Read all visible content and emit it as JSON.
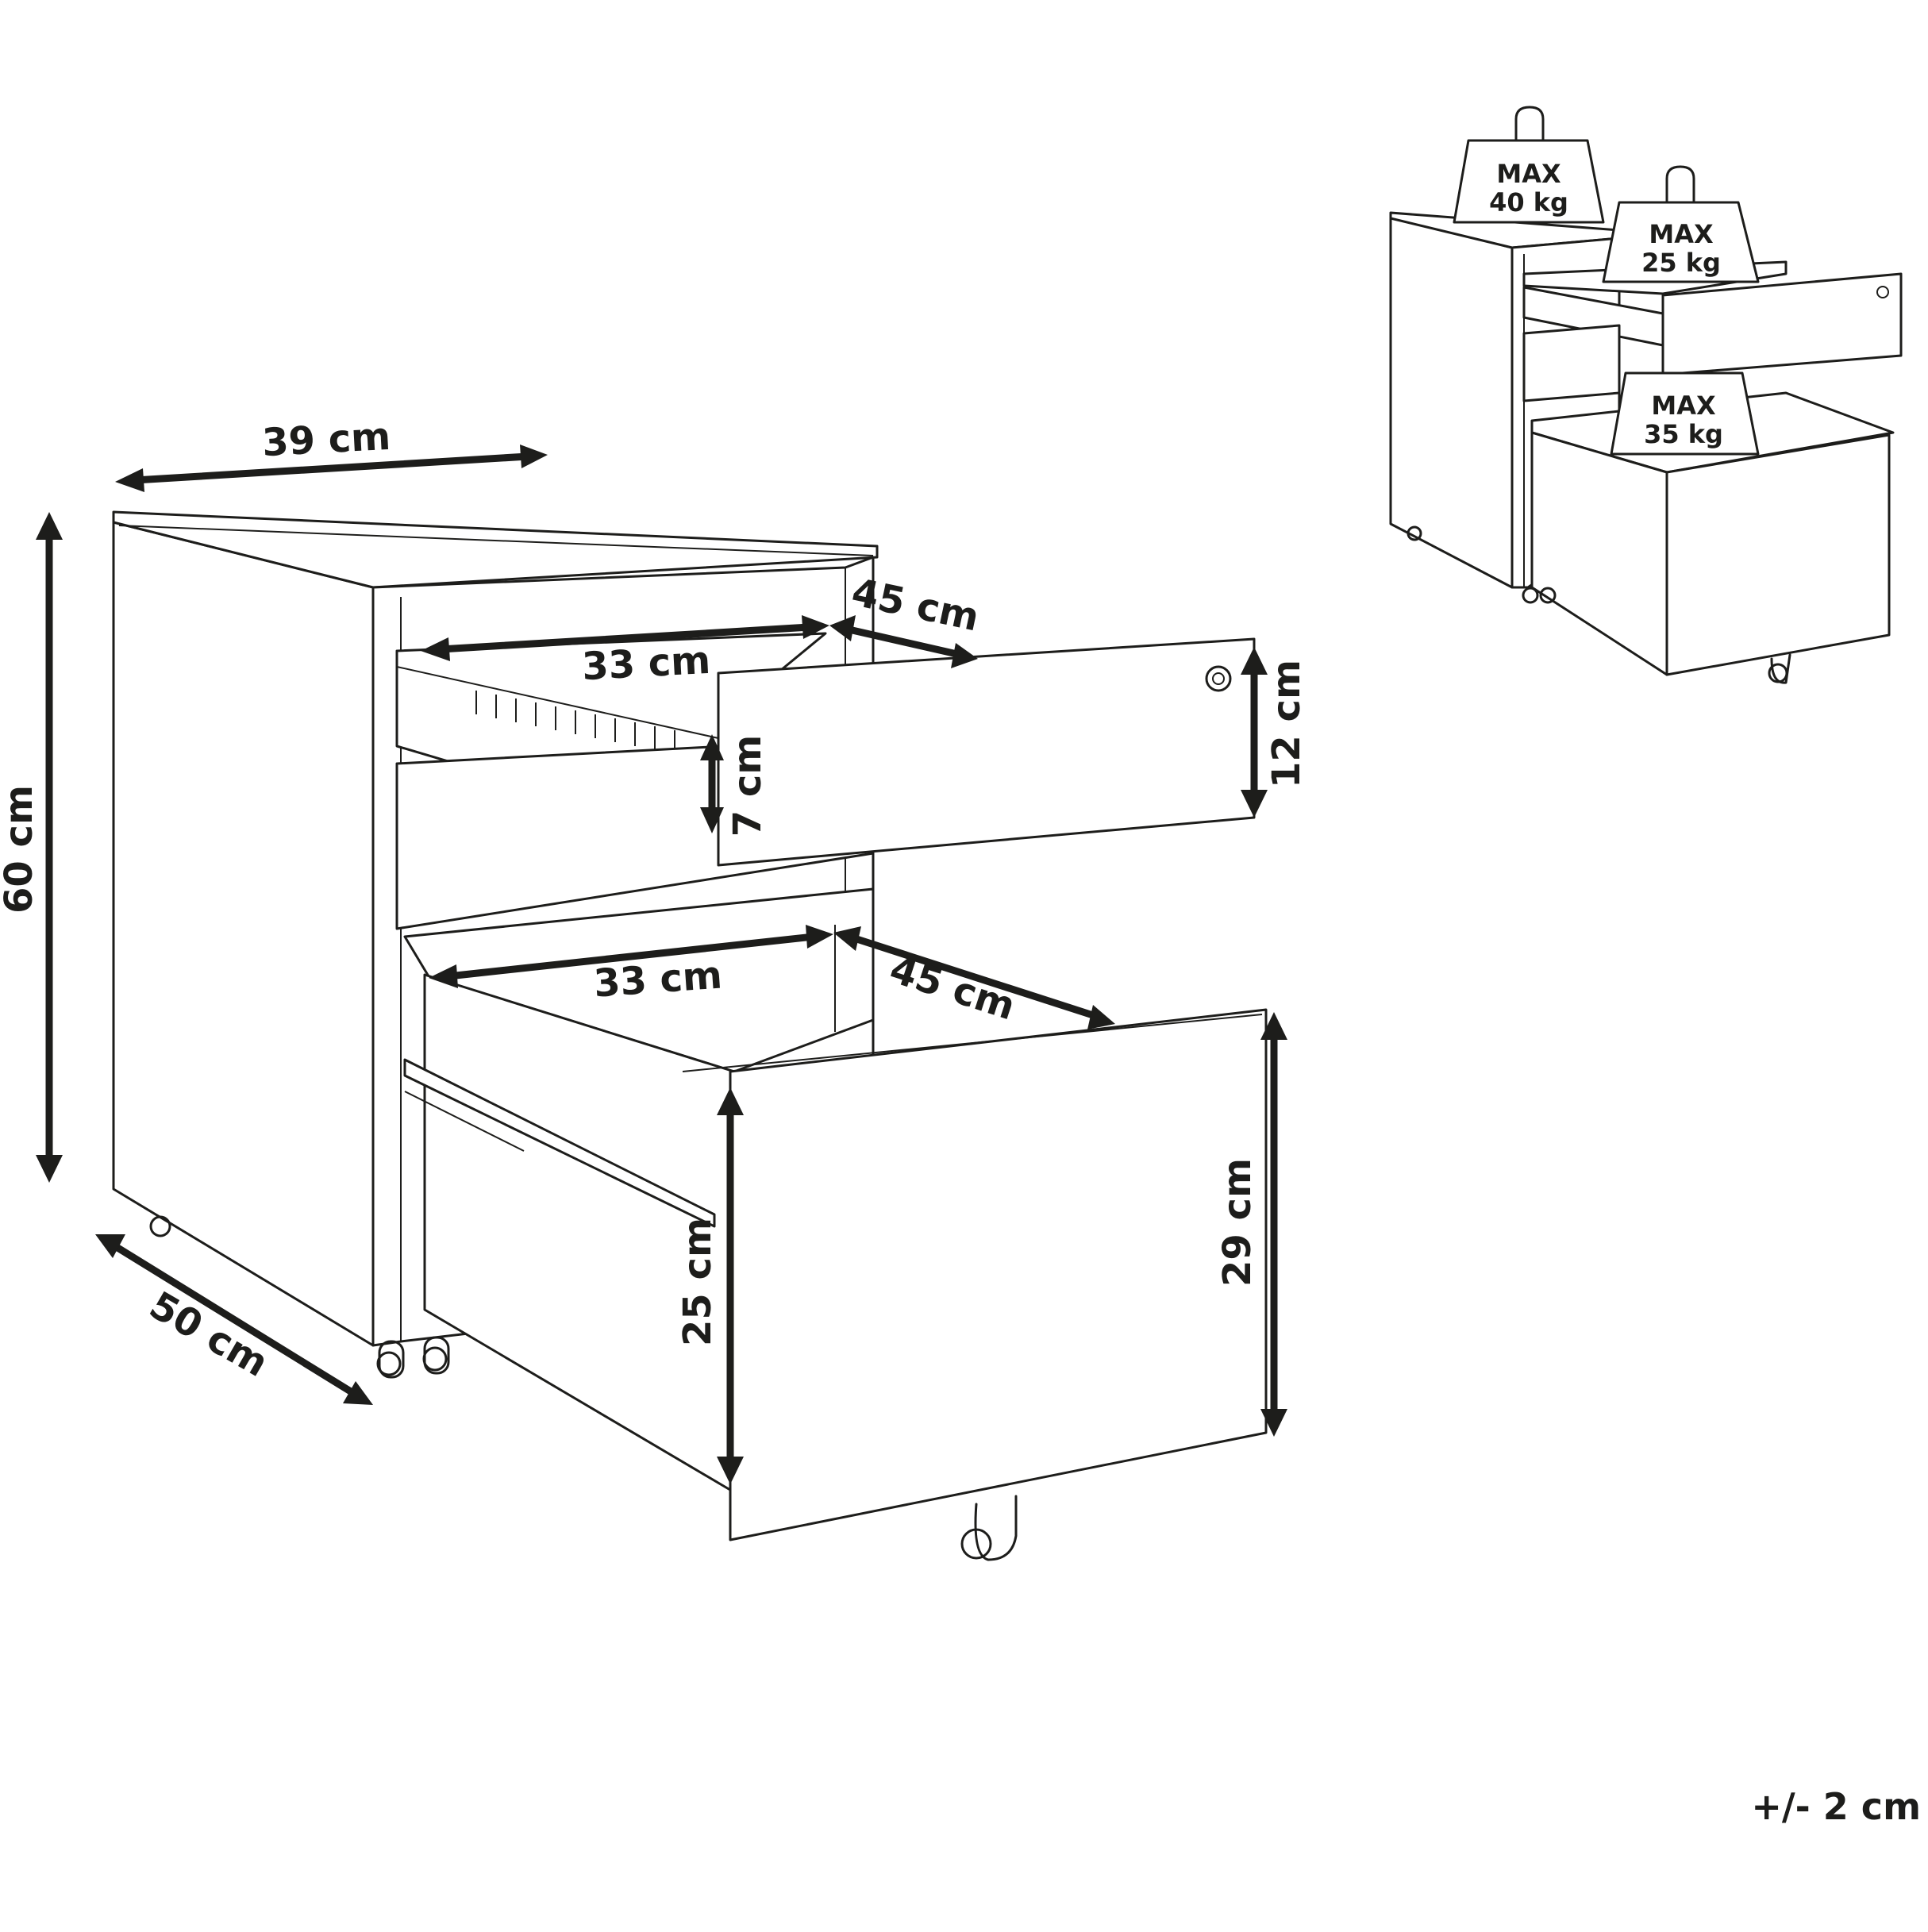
{
  "dimensions": {
    "width": "39 cm",
    "height": "60 cm",
    "depth": "50 cm",
    "top_drawer_inner_width": "33 cm",
    "top_drawer_depth": "45 cm",
    "top_drawer_front_height": "12 cm",
    "top_drawer_inner_height": "7 cm",
    "bottom_drawer_inner_width": "33 cm",
    "bottom_drawer_depth": "45 cm",
    "bottom_drawer_front_height": "29 cm",
    "bottom_drawer_inner_height": "25 cm"
  },
  "load_limits": [
    {
      "label": "MAX",
      "value": "40 kg"
    },
    {
      "label": "MAX",
      "value": "25 kg"
    },
    {
      "label": "MAX",
      "value": "35 kg"
    }
  ],
  "tolerance": "+/- 2 cm"
}
